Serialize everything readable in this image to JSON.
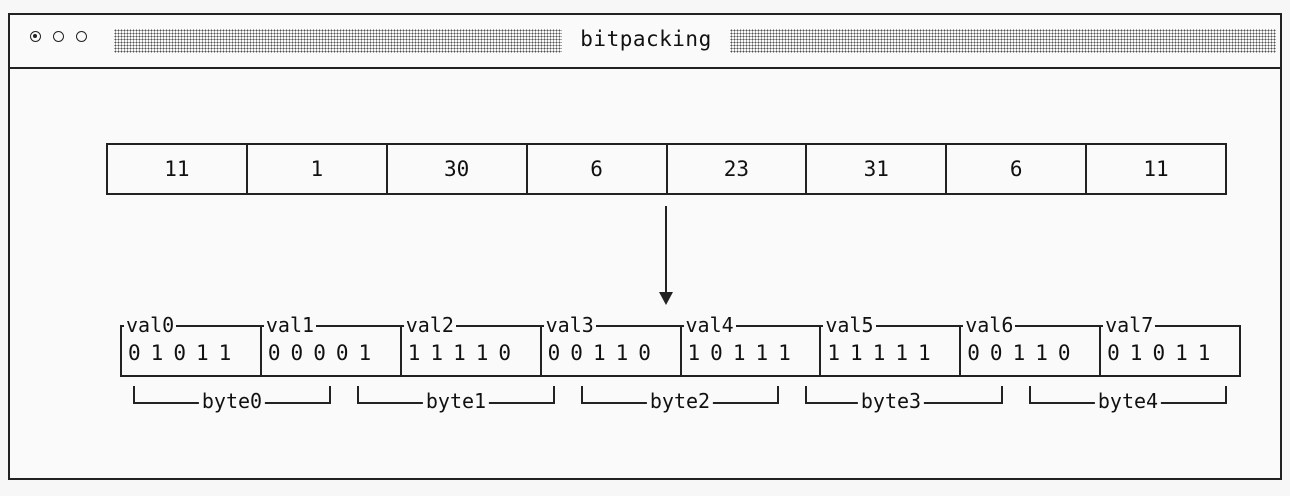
{
  "window": {
    "title": "bitpacking"
  },
  "values": [
    "11",
    "1",
    "30",
    "6",
    "23",
    "31",
    "6",
    "11"
  ],
  "packed": [
    {
      "label": "val0",
      "bits": [
        "0",
        "1",
        "0",
        "1",
        "1"
      ]
    },
    {
      "label": "val1",
      "bits": [
        "0",
        "0",
        "0",
        "0",
        "1"
      ]
    },
    {
      "label": "val2",
      "bits": [
        "1",
        "1",
        "1",
        "1",
        "0"
      ]
    },
    {
      "label": "val3",
      "bits": [
        "0",
        "0",
        "1",
        "1",
        "0"
      ]
    },
    {
      "label": "val4",
      "bits": [
        "1",
        "0",
        "1",
        "1",
        "1"
      ]
    },
    {
      "label": "val5",
      "bits": [
        "1",
        "1",
        "1",
        "1",
        "1"
      ]
    },
    {
      "label": "val6",
      "bits": [
        "0",
        "0",
        "1",
        "1",
        "0"
      ]
    },
    {
      "label": "val7",
      "bits": [
        "0",
        "1",
        "0",
        "1",
        "1"
      ]
    }
  ],
  "bytes": [
    "byte0",
    "byte1",
    "byte2",
    "byte3",
    "byte4"
  ]
}
